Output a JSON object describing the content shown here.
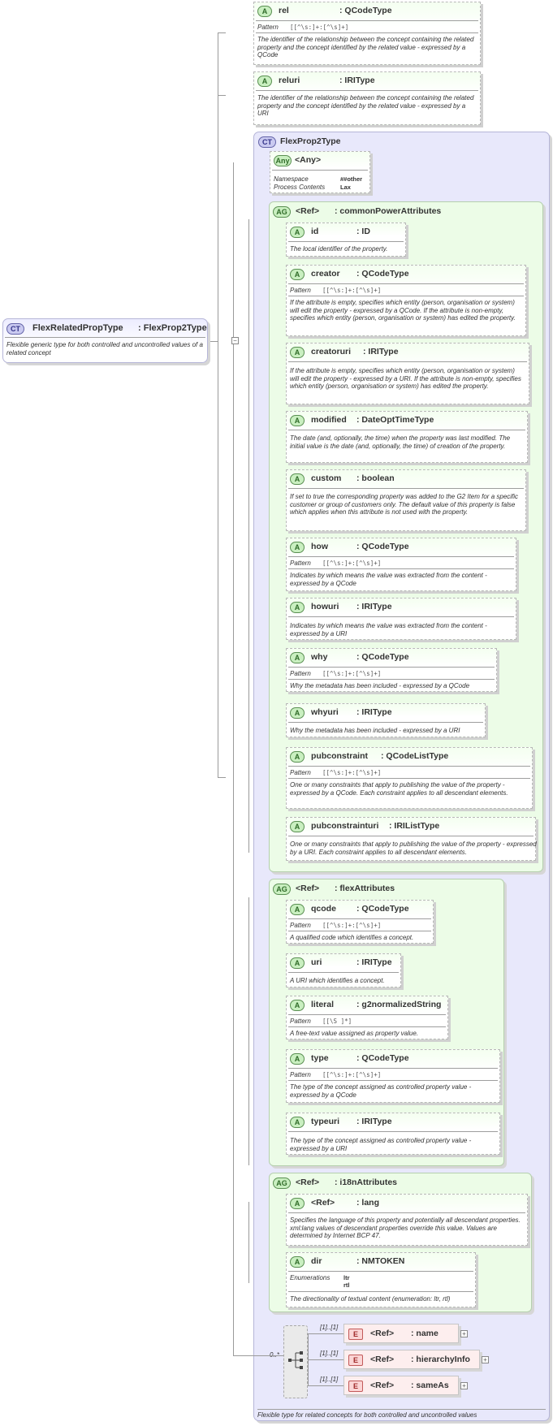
{
  "root": {
    "badge": "CT",
    "name": "FlexRelatedPropType",
    "type": ": FlexProp2Type",
    "description": "Flexible generic type for both controlled and uncontrolled values of a related concept"
  },
  "top_attributes": [
    {
      "badge": "A",
      "name": "rel",
      "type": ": QCodeType",
      "pattern_label": "Pattern",
      "pattern": "[[^\\s:]+:[^\\s]+]",
      "description": "The identifier of the relationship between the concept containing the related property and the concept identified by the related value - expressed by a QCode"
    },
    {
      "badge": "A",
      "name": "reluri",
      "type": ": IRIType",
      "description": "The identifier of the relationship between the concept containing the related property and the concept identified by the related value - expressed by a URI"
    }
  ],
  "complex_type": {
    "badge": "CT",
    "name": "FlexProp2Type",
    "description": "Flexible type for related concepts for both controlled and uncontrolled values",
    "any": {
      "badge": "Any",
      "name": "<Any>",
      "namespace_label": "Namespace",
      "namespace_value": "##other",
      "process_label": "Process Contents",
      "process_value": "Lax"
    },
    "common": {
      "badge": "AG",
      "ref": "<Ref>",
      "name": ": commonPowerAttributes",
      "attributes": [
        {
          "badge": "A",
          "name": "id",
          "type": ": ID",
          "description": "The local identifier of the property."
        },
        {
          "badge": "A",
          "name": "creator",
          "type": ": QCodeType",
          "pattern_label": "Pattern",
          "pattern": "[[^\\s:]+:[^\\s]+]",
          "description": "If the attribute is empty, specifies which entity (person, organisation or system) will edit the property - expressed by a QCode. If the attribute is non-empty, specifies which entity (person, organisation or system) has edited the property."
        },
        {
          "badge": "A",
          "name": "creatoruri",
          "type": ": IRIType",
          "description": "If the attribute is empty, specifies which entity (person, organisation or system) will edit the property - expressed by a URI. If the attribute is non-empty, specifies which entity (person, organisation or system) has edited the property."
        },
        {
          "badge": "A",
          "name": "modified",
          "type": ": DateOptTimeType",
          "description": "The date (and, optionally, the time) when the property was last modified. The initial value is the date (and, optionally, the time) of creation of the property."
        },
        {
          "badge": "A",
          "name": "custom",
          "type": ": boolean",
          "description": "If set to true the corresponding property was added to the G2 Item for a specific customer or group of customers only. The default value of this property is false which applies when this attribute is not used with the property."
        },
        {
          "badge": "A",
          "name": "how",
          "type": ": QCodeType",
          "pattern_label": "Pattern",
          "pattern": "[[^\\s:]+:[^\\s]+]",
          "description": "Indicates by which means the value was extracted from the content - expressed by a QCode"
        },
        {
          "badge": "A",
          "name": "howuri",
          "type": ": IRIType",
          "description": "Indicates by which means the value was extracted from the content - expressed by a URI"
        },
        {
          "badge": "A",
          "name": "why",
          "type": ": QCodeType",
          "pattern_label": "Pattern",
          "pattern": "[[^\\s:]+:[^\\s]+]",
          "description": "Why the metadata has been included - expressed by a QCode"
        },
        {
          "badge": "A",
          "name": "whyuri",
          "type": ": IRIType",
          "description": "Why the metadata has been included - expressed by a URI"
        },
        {
          "badge": "A",
          "name": "pubconstraint",
          "type": ": QCodeListType",
          "pattern_label": "Pattern",
          "pattern": "[[^\\s:]+:[^\\s]+]",
          "description": "One or many constraints that apply to publishing the value of the property - expressed by a QCode. Each constraint applies to all descendant elements."
        },
        {
          "badge": "A",
          "name": "pubconstrainturi",
          "type": ": IRIListType",
          "description": "One or many constraints that apply to publishing the value of the property - expressed by a URI. Each constraint applies to all descendant elements."
        }
      ]
    },
    "flex": {
      "badge": "AG",
      "ref": "<Ref>",
      "name": ": flexAttributes",
      "attributes": [
        {
          "badge": "A",
          "name": "qcode",
          "type": ": QCodeType",
          "pattern_label": "Pattern",
          "pattern": "[[^\\s:]+:[^\\s]+]",
          "description": "A qualified code which identifies a concept."
        },
        {
          "badge": "A",
          "name": "uri",
          "type": ": IRIType",
          "description": "A URI which identifies a concept."
        },
        {
          "badge": "A",
          "name": "literal",
          "type": ": g2normalizedString",
          "pattern_label": "Pattern",
          "pattern": "[[\\S ]*]",
          "description": "A free-text value assigned as property value."
        },
        {
          "badge": "A",
          "name": "type",
          "type": ": QCodeType",
          "pattern_label": "Pattern",
          "pattern": "[[^\\s:]+:[^\\s]+]",
          "description": "The type of the concept assigned as controlled property value - expressed by a QCode"
        },
        {
          "badge": "A",
          "name": "typeuri",
          "type": ": IRIType",
          "description": "The type of the concept assigned as controlled property value - expressed by a URI"
        }
      ]
    },
    "i18n": {
      "badge": "AG",
      "ref": "<Ref>",
      "name": ": i18nAttributes",
      "attributes": [
        {
          "badge": "A",
          "name": "<Ref>",
          "type": ": lang",
          "description": "Specifies the language of this property and potentially all descendant properties. xml:lang values of descendant properties override this value. Values are determined by Internet BCP 47."
        },
        {
          "badge": "A",
          "name": "dir",
          "type": ": NMTOKEN",
          "enum_label": "Enumerations",
          "enum_values": [
            "ltr",
            "rtl"
          ],
          "description": "The directionality of textual content (enumeration: ltr, rtl)"
        }
      ]
    },
    "sequence": {
      "cardinality": "0..*",
      "elements": [
        {
          "badge": "E",
          "cardinality": "[1]..[1]",
          "ref": "<Ref>",
          "name": ": name"
        },
        {
          "badge": "E",
          "cardinality": "[1]..[1]",
          "ref": "<Ref>",
          "name": ": hierarchyInfo"
        },
        {
          "badge": "E",
          "cardinality": "[1]..[1]",
          "ref": "<Ref>",
          "name": ": sameAs"
        }
      ]
    }
  },
  "icons": {
    "expand": "+",
    "collapse": "−"
  }
}
